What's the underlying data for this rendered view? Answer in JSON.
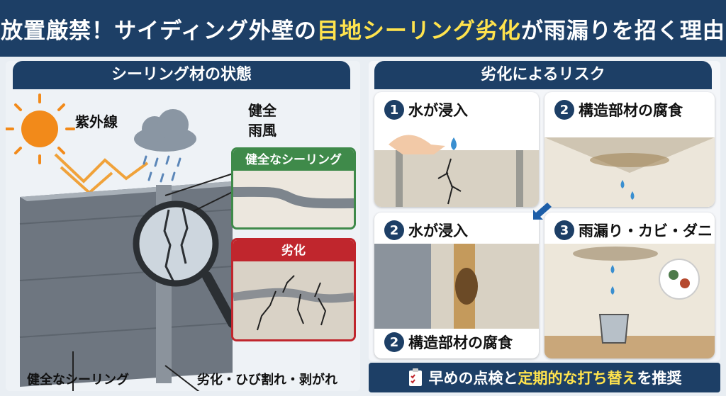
{
  "header": {
    "title_part1": "放置厳禁！サイディング外壁の",
    "title_highlight": "目地シーリング劣化",
    "title_part2": "が雨漏りを招く理由"
  },
  "left_panel": {
    "section_title": "シーリング材の状態",
    "uv_label": "紫外線",
    "healthy_label": "健全",
    "weather_label": "雨風",
    "healthy_box_title": "健全なシーリング",
    "degraded_box_title": "劣化",
    "bottom_left_label": "健全なシーリング",
    "bottom_right_label": "劣化・ひび割れ・剥がれ"
  },
  "right_panel": {
    "section_title": "劣化によるリスク",
    "cards": [
      {
        "num": "1",
        "label": "水が浸入"
      },
      {
        "num": "2",
        "label": "構造部材の腐食"
      },
      {
        "num": "2",
        "label": "水が浸入"
      },
      {
        "num": "3",
        "label": "雨漏り・カビ・ダニ"
      }
    ],
    "card3_bottom_num": "2",
    "card3_bottom_label": "構造部材の腐食"
  },
  "footer": {
    "part1": "早めの点検と",
    "highlight": "定期的な打ち替え",
    "part2": "を推奨"
  },
  "colors": {
    "navy": "#1d3f66",
    "highlight_yellow": "#ffe34d",
    "healthy_green": "#3f8a4a",
    "degraded_red": "#c0262d"
  }
}
